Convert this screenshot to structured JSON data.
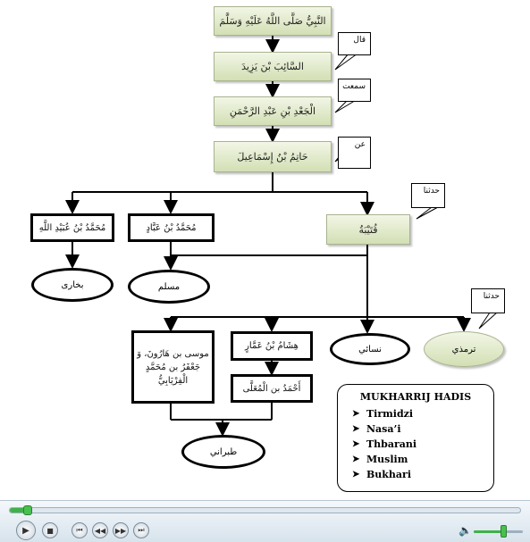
{
  "diagram": {
    "nodes": {
      "nabi": "النَّبِيُّ صَلَّى اللَّهُ عَلَيْهِ وَسَلَّمَ",
      "saib": "السَّائِبَ بْنَ يَزِيدَ",
      "jaad": "الْجَعْدِ بْنِ عَبْدِ الرَّحْمَنِ",
      "hatim": "حَاتِمُ بْنُ إِسْمَاعِيلَ",
      "qutaibah": "قُتَيْبَةُ",
      "muh_abbad": "مُحَمَّدُ بْنُ عَبَّادٍ",
      "muh_ubaid": "مُحَمَّدُ بْنُ عُبَيْدِ اللَّهِ",
      "hisyam": "هِشَامُ بْنُ عَمَّارٍ",
      "musa": "موسى بن هَارُونَ، وَ جَعْفَرُ بن مُحَمَّدٍ الْفِرْيَابِيُّ",
      "ahmad": "أَحْمَدُ بن الْمُعَلَّى"
    },
    "ellipses": {
      "bukhari": "بخارى",
      "muslim": "مسلم",
      "nasai": "نسائي",
      "tirmidzi": "ترمذي",
      "thabrani": "طبراني"
    },
    "callouts": {
      "qala": "قال",
      "samitu": "سمعت",
      "an": "عن",
      "haddatsana1": "حدثنا",
      "haddatsana2": "حدثنا"
    }
  },
  "legend": {
    "title": "MUKHARRIJ HADIS",
    "items": [
      "Tirmidzi",
      "Nasa’i",
      "Thbarani",
      "Muslim",
      "Bukhari"
    ]
  },
  "player": {
    "seek_progress": 0.03,
    "volume_level": 0.6,
    "accent_color": "#3fb24a",
    "buttons": [
      "play-icon",
      "stop-icon",
      "previous-icon",
      "rewind-icon",
      "fast-forward-icon",
      "next-icon"
    ]
  }
}
